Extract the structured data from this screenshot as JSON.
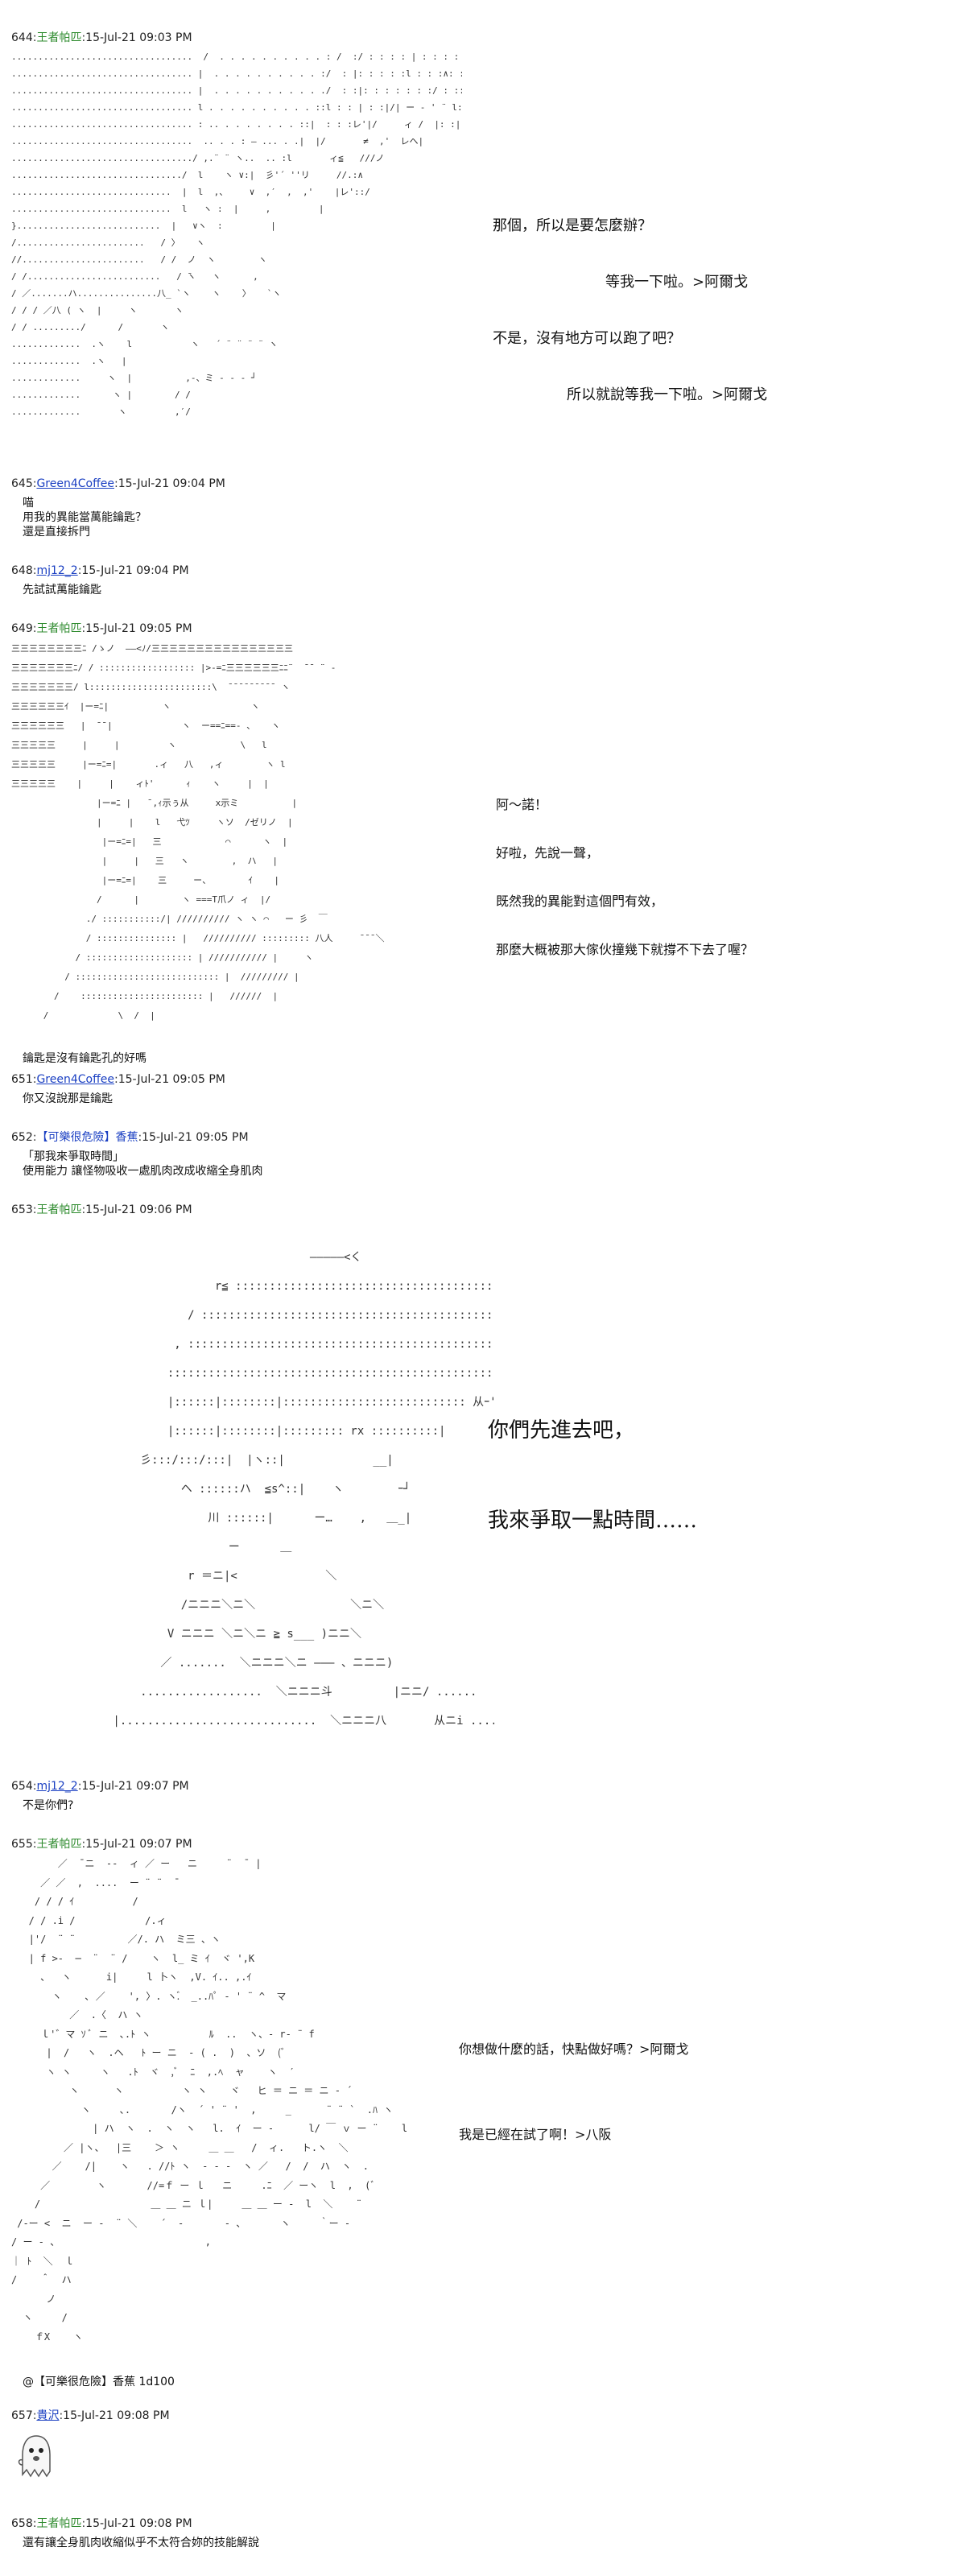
{
  "posts": [
    {
      "num": "644",
      "name": "王者帕匹",
      "date": "15-Jul-21 09:03 PM",
      "dialogue": [
        "那個，所以是要怎麼辦？",
        "等我一下啦。>阿爾戈",
        "不是，沒有地方可以跑了吧？",
        "所以就說等我一下啦。>阿爾戈"
      ]
    },
    {
      "num": "645",
      "name": "Green4Coffee",
      "date": "15-Jul-21 09:04 PM",
      "lines": [
        "喵",
        "用我的異能當萬能鑰匙？",
        "還是直接拆門"
      ]
    },
    {
      "num": "648",
      "name": "mj12_2",
      "date": "15-Jul-21 09:04 PM",
      "lines": [
        "先試試萬能鑰匙"
      ]
    },
    {
      "num": "649",
      "name": "王者帕匹",
      "date": "15-Jul-21 09:05 PM",
      "dialogue": [
        "阿～諾！",
        "好啦，先說一聲，",
        "既然我的異能對這個門有效，",
        "那麼大概被那大傢伙撞幾下就撐不下去了喔？"
      ],
      "after": "鑰匙是沒有鑰匙孔的好嗎"
    },
    {
      "num": "651",
      "name": "Green4Coffee",
      "date": "15-Jul-21 09:05 PM",
      "lines": [
        "你又沒說那是鑰匙"
      ]
    },
    {
      "num": "652",
      "name": "【可樂很危險】香蕉",
      "date": "15-Jul-21 09:05 PM",
      "lines": [
        "「那我來爭取時間」",
        "使用能力 讓怪物吸收一處肌肉改成收縮全身肌肉"
      ]
    },
    {
      "num": "653",
      "name": "王者帕匹",
      "date": "15-Jul-21 09:06 PM",
      "dialogue": [
        "你們先進去吧，",
        "我來爭取一點時間……"
      ]
    },
    {
      "num": "654",
      "name": "mj12_2",
      "date": "15-Jul-21 09:07 PM",
      "lines": [
        "不是你們?"
      ]
    },
    {
      "num": "655",
      "name": "王者帕匹",
      "date": "15-Jul-21 09:07 PM",
      "dialogue": [
        "你想做什麼的話，快點做好嗎？>阿爾戈",
        "我是已經在試了啊！>八阪"
      ],
      "after": "@【可樂很危險】香蕉 1d100"
    },
    {
      "num": "657",
      "name": "貴沢",
      "date": "15-Jul-21 09:08 PM"
    },
    {
      "num": "658",
      "name": "王者帕匹",
      "date": "15-Jul-21 09:08 PM",
      "lines": [
        "還有讓全身肌肉收縮似乎不太符合妳的技能解說"
      ]
    }
  ],
  "art": {
    "a644": "..................................  /  . . . . . . . . . . : /  :/ : : : : | : : : : | : : : : .\n.................................. |  . . . . . . . . . . :/  : |: : : : :l : : :∧: : : : : .\n.................................. |  . . . . . . . . . . ./  : :|: : : : : : :/ : ::l: : : : :\n.................................. l . . . . . . . . . . ::l : : | : :|/| ー ‐ ' ¨ l: :| : :|\n.................................. : .. . . . . . . . ::|  : : :レ'|/     ィ /  |: :|\n..................................  .. . . : ― ... . .|  |/       ≠  ,'  レヘ|\n................................../ ,.¨ ¨ ヽ..  .. :l       ィ≦   ///ノ\n................................/  l    ヽ ∨:|  彡'´ ''リ     //.:∧\n..............................  |  l  ,、    ∨  ,′  ,  ,'    |レ'::/  \n..............................  l   ヽ :  |     ,         |\n}...........................  |   ∨ヽ  :         |\n/........................   / 〉   ヽ                   \n//.......................   / /  ノ  ヽ        ヽ     \n/ /.........................   / ̄ヽ   ヽ      ,          \n/ ／.......ハ...............八_ `ヽ    ヽ    〉   `ヽ          \n/ / / ／八 ( ヽ  |     ヽ       ヽ          \n/ / ........./      /       ヽ             \n.............  .ヽ    l           ヽ   ´ ¨ ¨ ¨ ¨ ヽ\n.............  .ヽ   |                      \n.............     ヽ  |          ,‐、ミ ‐ ‐ ‐ ┘\n.............      ヽ |        / /           \n.............       ヽ         ,′/          ",
    "a649": "三三三三三三三三ﾆ /ゝノ  ――<ﾉ/三三三三三三三三三三三三三三三三\n三三三三三三三ﾆ/ / :::::::::::::::::: |>-=ﾆ三三三三三三ﾆﾆ¨  ̄ ̄  ¨ -\n三三三三三三三/ l:::::::::::::::::::::::\\  ̄ ̄ ̄ ̄ ̄ ̄ ̄ ̄ ̄  ヽ     \n三三三三三三ｲ  |ー=ﾆ|          ヽ               ヽ\n三三三三三三   |  ̄ ̄ |             ヽ  ー==ﾆ==- 、   ヽ\n三三三三三     |     |         ヽ            \\   l\n三三三三三     |ー=ﾆ=|       .ィ   八   ,ィ        ヽ l\n三三三三三    |     |    ィﾄ'      ｨ    ヽ     |  |\n                |ー=ﾆ |   ̄ ,ｨ示ぅ从     x示ミ          |\n                |     |    l   弋ﾂ     ヽソ  /ゼリノ  |\n                 |ー=ﾆ=|   三            ⌒      ヽ  |\n                 |     |   三   ヽ        ,  ハ   |\n                 |ー=ﾆ=|    三     ー、       ｲ    |\n                /      |        ヽ ===T爪ノ ィ  |/  \n              ./ :::::::::::/| ////////// ヽ ヽ ⌒   ー 彡  ￣ \n              / ::::::::::::::: |   ////////// ::::::::: 八人     ̄ ̄ ̄ ＼\n            / :::::::::::::::::::: | /////////// |     ヽ      \n          / ::::::::::::::::::::::::::: |  ///////// |            \n        /    ::::::::::::::::::::::: |   //////  |              \n      /             \\  /  |              ",
    "a653": "                                            ―――――<く\n                              r≦ ::::::::::::::::::::::::::::::::::::::::::::::::::  ヽ\n                          / :::::::::::::::::::::::::::::::::::::::::::::::::: |ヽ :::::::::::::::::::::  ヽ\n                        , ::::::::::::::::::::::::::::::::::::::::::::::::::::::: N.  ヽ :::::::::::::::::::: ト\n                       ::::::::::::::::::::::::::::::::::::::::::::::::::::::::::::::::::::      ヽ ::::::::::::\n                       |::::::|::::::::|::::::::::::::::::::::::::: 从ｰ'      从 ┐\n                       |::::::|::::::::|::::::::: rx ::::::::::| \n                   彡:::/:::/:::|  |ヽ::|             __|\n                         ヘ ::::::ハ  ≦s^::|    ヽ        ｰ┘\n                             川 ::::::|      ー…    ,   ＿_|\n                                ー      ＿            \n                          r ＝ニ|<             ＼\n                         /ニニニ＼ニ＼              ＼ニ＼\n                       V ニニニ ＼ニ＼ニ ≧ s___ )ニニ＼\n                      ／ .......  ＼ニニニ＼ニ ――― 、ニニニ)\n                   ..................  ＼ニニニ斗         |ニニ/ ......\n               |.............................  ＼ニニニ八       从ニi .........",
    "a655": "        ／  ̄ ニ  --  ィ ／ ー   ニ     ¨  ̄  |\n     ／ ／  ,  ....  ー ¨ ¨  ̄\n    / / / ｲ          /\n   / / .i /            /.ィ\n   |'/  ¨ ¨         ／/. ハ  ミ三 、ヽ\n   | f >-  ─  ¨  ¨ /    ヽ  l_ ミ ｲ  ヾ ',K\n     、  ヽ      i|     l 卜ヽ  ,V. ｲ.. ,.ｲ\n       ヽ    ､ ／    ', 〉. ヽ.゙  _..ﾊﾟ ‐ ' ¨ ^  マ\n          ／  .〈  ハ ヽ\n     ｌ'゛マ ｿ ﾞ ニ  ､.ﾄ ヽ          ﾙ  ..  ヽ、‐ r‐ ¨ f\n      |  /   ヽ  .ヘ   ﾄ ー ニ  - ( .  )  、ソ  (ﾞ\n      ヽ ヽ     ヽ   .ﾄ  ヾ  ,ﾞ  ﾆ  ,.ﾍ  ャ    ヽ  ′\n          ヽ      ヽ          ヽ ヽ    ヾ   ヒ ＝ ニ ＝ ニ ‐ ´\n            ヽ     ､.       /ヽ  ´ ' ¨ '  ,     _      ¨ ¨ `  .ﾊ ヽ\n              | ハ  ヽ  .  ヽ  ヽ   l.  ｲ  ー -      l/ ￣ ｖ ー ¨    l\n         ／ |ヽ、  |三    ＞ ヽ     ＿ ＿   /  ィ.   ト.ヽ  ＼\n       ／    /|    ヽ   . //ﾄ ヽ  ‐ ‐ ‐  ヽ ／   /  /  ハ  ヽ  .\n     ／        ヽ       //=ｆ ー ｌ   ニ     .ﾆ  ／ ーヽ  l  ,  (ﾞ\n    /                   ＿ ＿ ニ ｌ|     ＿ ＿ ー ‐  l  ＼    ¨\n /‐ー <  ニ  ー ‐  ¨ ＼    ´  ‐       ‐ 、      ヽ     ｀ー ‐\n/ ー ‐ 、                         ,\n｜ ﾄ  ＼  ｌ\n/    ＾  ハ\n      ノ\n  ヽ     /\n    ｆX    ヽ"
  }
}
